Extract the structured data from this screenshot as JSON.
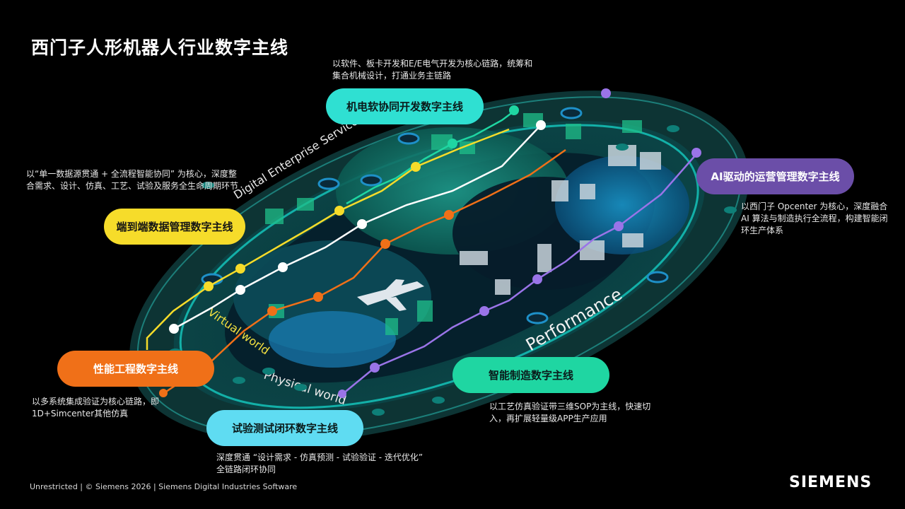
{
  "slide": {
    "title": "西门子人形机器人行业数字主线"
  },
  "threads": [
    {
      "id": "mech",
      "label": "机电软协同开发数字主线",
      "color": "#2fe0d2",
      "text_color": "#0a1a1a",
      "description": "以软件、板卡开发和E/E电气开发为核心链路，统筹和集合机械设计，打通业务主链路"
    },
    {
      "id": "ai",
      "label": "AI驱动的运营管理数字主线",
      "color": "#6b4ea8",
      "text_color": "#ffffff",
      "description": "以西门子 Opcenter 为核心，深度融合 AI 算法与制造执行全流程，构建智能闭环生产体系"
    },
    {
      "id": "data",
      "label": "端到端数据管理数字主线",
      "color": "#f6dc2a",
      "text_color": "#141414",
      "description": "以“单一数据源贯通 + 全流程智能协同” 为核心，深度整合需求、设计、仿真、工艺、试验及服务全生命周期环节"
    },
    {
      "id": "perf",
      "label": "性能工程数字主线",
      "color": "#f07018",
      "text_color": "#ffffff",
      "description": "以多系统集成验证为核心链路，即1D+Simcenter其他仿真"
    },
    {
      "id": "mfg",
      "label": "智能制造数字主线",
      "color": "#1fd6a2",
      "text_color": "#0a1a1a",
      "description": "以工艺仿真验证带三维SOP为主线，快速切入，再扩展轻量级APP生产应用"
    },
    {
      "id": "test",
      "label": "试验测试闭环数字主线",
      "color": "#5fdcf2",
      "text_color": "#0a1a1a",
      "description": "深度贯通 “设计需求 - 仿真预测 - 试验验证 - 迭代优化” 全链路闭环协同"
    }
  ],
  "rings": {
    "digital_enterprise": "Digital Enterprise Services",
    "virtual": "Virtual world",
    "physical": "Physical world",
    "performance": "Performance"
  },
  "footer": {
    "text": "Unrestricted | © Siemens 2026 | Siemens Digital Industries Software",
    "logo": "SIEMENS"
  },
  "colors": {
    "background": "#000000",
    "outer_ring": "#0e3a3a",
    "mid_ring": "#0a4a4c",
    "inner_dark": "#06263a",
    "accent_teal": "#1fbfb2",
    "accent_blue": "#1ea0d0"
  }
}
